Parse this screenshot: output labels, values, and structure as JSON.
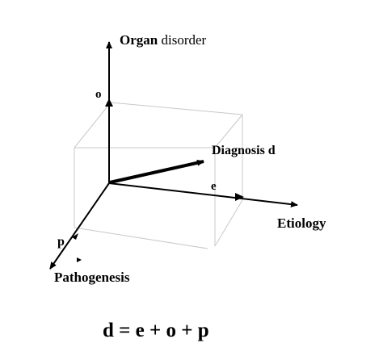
{
  "axes": {
    "organ": {
      "bold_label": "Organ",
      "rest_label": " disorder",
      "marker": "o"
    },
    "etiology": {
      "label": "Etiology",
      "marker": "e"
    },
    "pathogenesis": {
      "label": "Pathogenesis",
      "marker": "p"
    }
  },
  "vector": {
    "label": "Diagnosis d"
  },
  "formula": "d = e + o + p"
}
